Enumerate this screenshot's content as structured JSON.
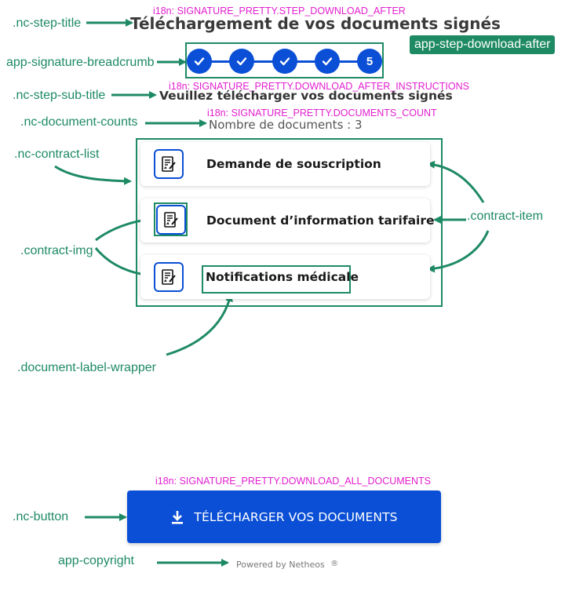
{
  "annotations": {
    "step_title": ".nc-step-title",
    "breadcrumb": "app-signature-breadcrumb",
    "step_sub_title": ".nc-step-sub-title",
    "document_counts": ".nc-document-counts",
    "contract_list": ".nc-contract-list",
    "contract_img": ".contract-img",
    "contract_item": ".contract-item",
    "document_label_wrapper": ".document-label-wrapper",
    "button": ".nc-button",
    "copyright": "app-copyright",
    "component_badge": "app-step-download-after"
  },
  "i18n_keys": {
    "step_title": "i18n: SIGNATURE_PRETTY.STEP_DOWNLOAD_AFTER",
    "instructions": "i18n: SIGNATURE_PRETTY.DOWNLOAD_AFTER_INSTRUCTIONS",
    "documents_count": "i18n: SIGNATURE_PRETTY.DOCUMENTS_COUNT",
    "download_all": "i18n: SIGNATURE_PRETTY.DOWNLOAD_ALL_DOCUMENTS"
  },
  "page": {
    "title": "Téléchargement de vos documents signés",
    "sub_title": "Veuillez télécharger vos documents signés",
    "document_counts": "Nombre de documents : 3"
  },
  "breadcrumb": {
    "steps": [
      {
        "state": "done",
        "label": ""
      },
      {
        "state": "done",
        "label": ""
      },
      {
        "state": "done",
        "label": ""
      },
      {
        "state": "done",
        "label": ""
      },
      {
        "state": "current",
        "label": "5"
      }
    ]
  },
  "documents": [
    {
      "label": "Demande de souscription",
      "icon": "signed-document-icon"
    },
    {
      "label": "Document d’information tarifaire",
      "icon": "signed-document-icon"
    },
    {
      "label": "Notifications médicale",
      "icon": "signed-document-icon"
    }
  ],
  "button": {
    "label": "TÉLÉCHARGER VOS DOCUMENTS",
    "icon": "download-icon"
  },
  "copyright": {
    "text": "Powered by Netheos",
    "mark": "®"
  },
  "colors": {
    "annotation": "#1e8a64",
    "i18n": "#e21ecf",
    "primary": "#0b4fd6"
  }
}
